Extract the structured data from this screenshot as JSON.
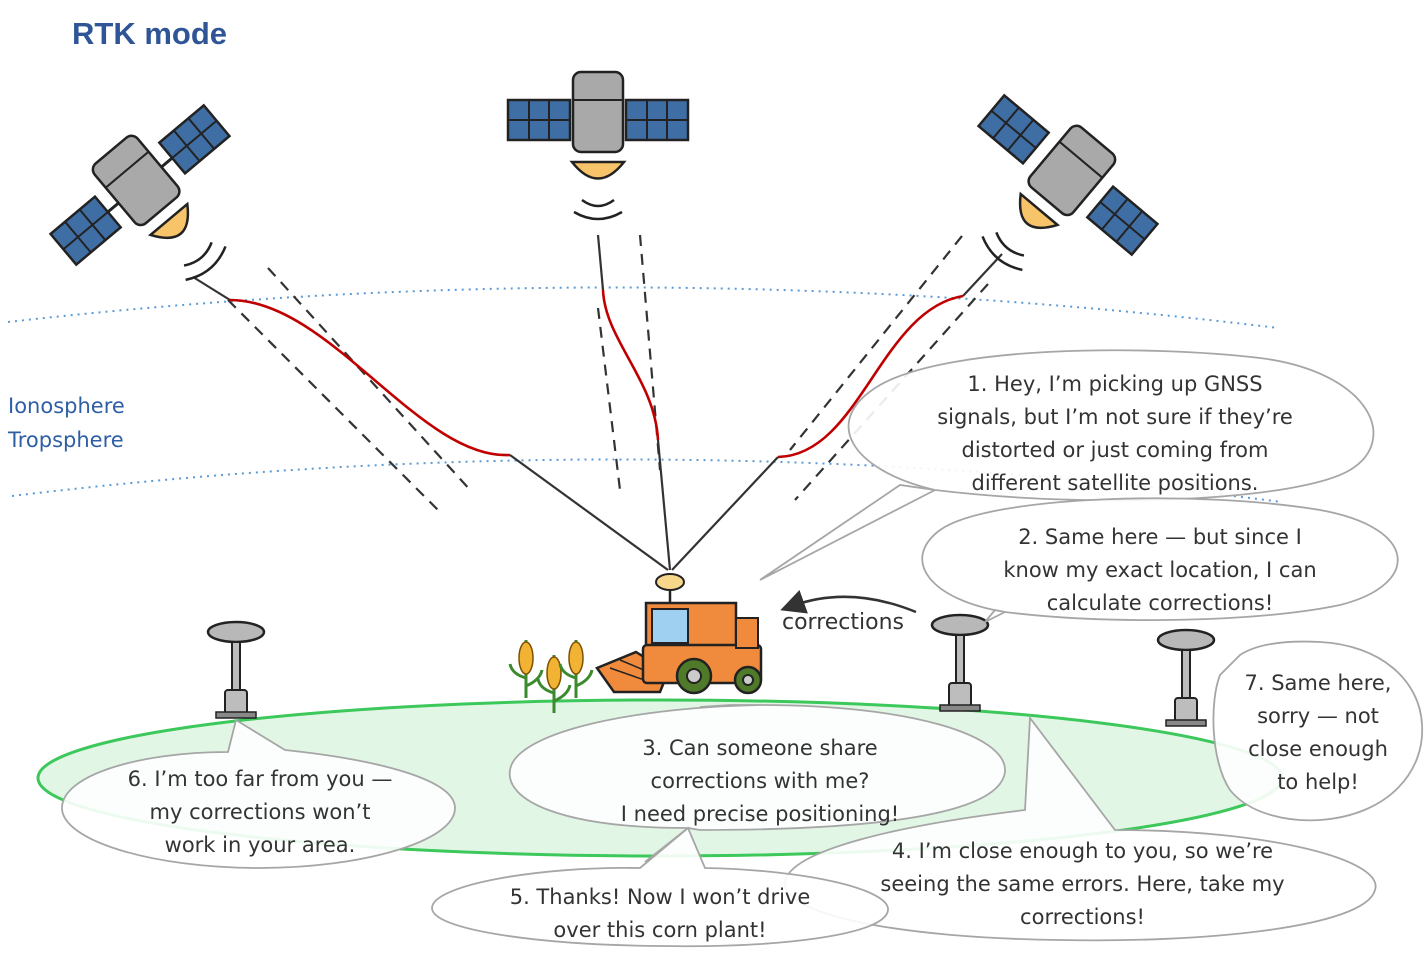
{
  "title": "RTK mode",
  "layers": {
    "ionosphere": "Ionosphere",
    "troposphere": "Tropsphere"
  },
  "arrow_label": "corrections",
  "bubbles": {
    "b1": "1. Hey, I’m picking up GNSS\nsignals, but I’m not sure if they’re\ndistorted or just coming from\ndifferent satellite positions.",
    "b2": "2. Same here — but since I\nknow my exact location, I can\ncalculate corrections!",
    "b3": "3. Can someone share\ncorrections with me?\nI need precise positioning!",
    "b4": "4. I’m close enough to you, so we’re\nseeing the same errors. Here, take my\ncorrections!",
    "b5": "5. Thanks! Now I won’t drive\nover this corn plant!",
    "b6": "6. I’m too far from you —\nmy corrections won’t\nwork in your area.",
    "b7": "7. Same here,\nsorry — not\nclose enough\nto help!"
  },
  "colors": {
    "title": "#2f5597",
    "layer_line": "#5b9bd5",
    "distortion": "#c00000",
    "ground_fill": "#e2f6e6",
    "ground_edge": "#3cc85a",
    "tractor": "#f08a3c",
    "satellite_panel": "#3f6ea4",
    "satellite_dish": "#f7c46a"
  },
  "icons": [
    "satellite-icon",
    "tractor-icon",
    "base-station-icon",
    "corn-icon"
  ]
}
